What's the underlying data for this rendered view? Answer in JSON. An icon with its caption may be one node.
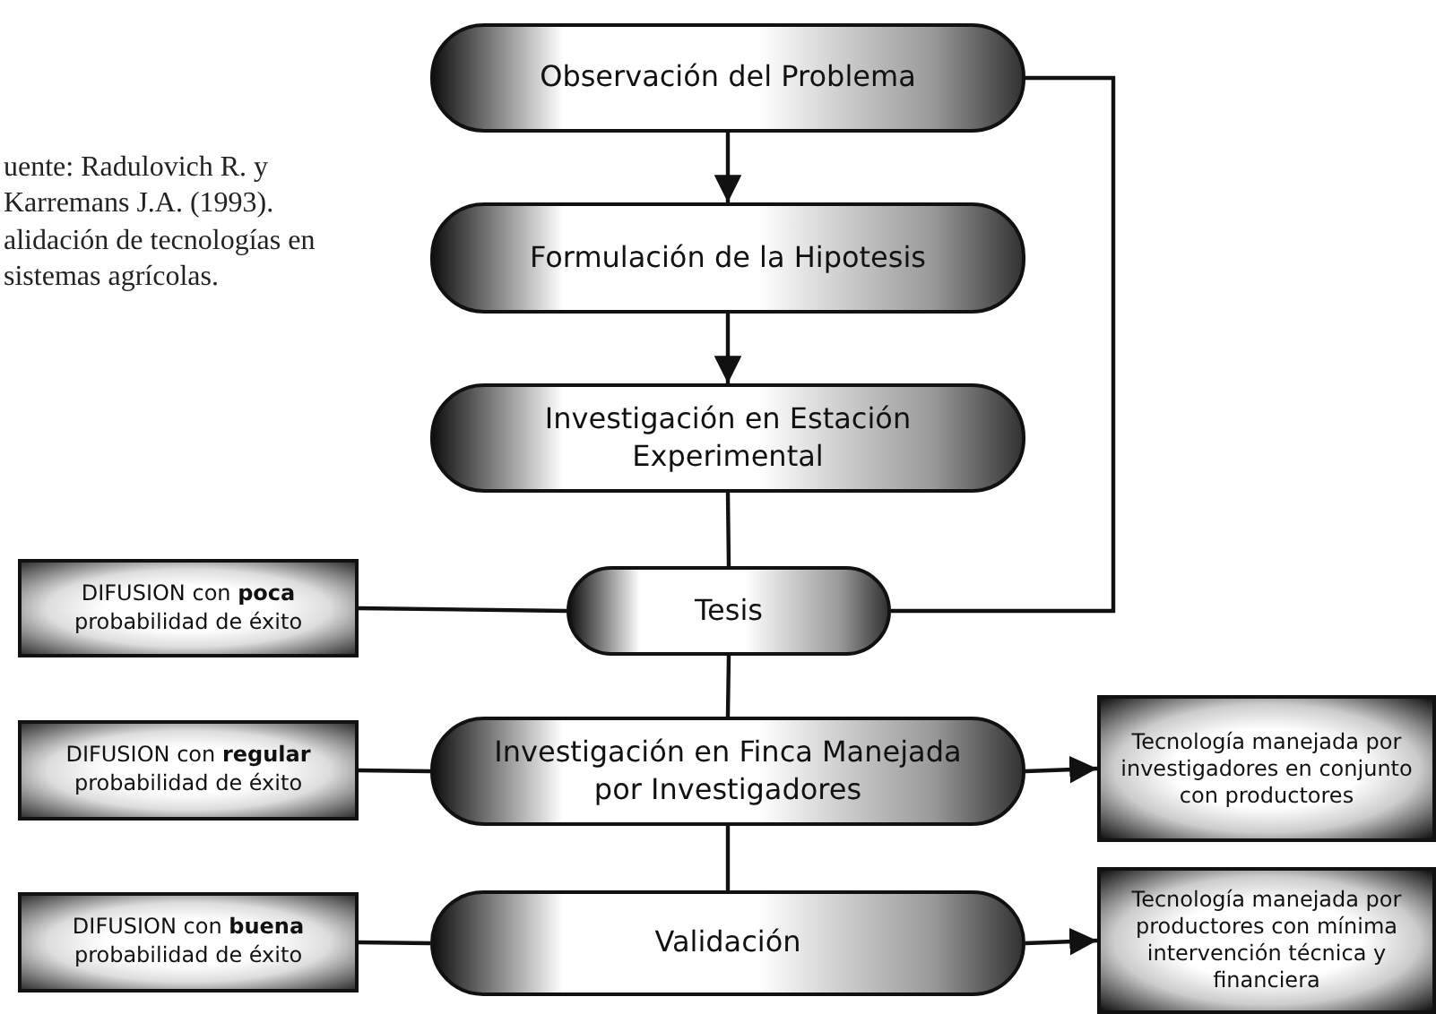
{
  "diagram": {
    "nodes": [
      {
        "text": [
          "Observación del Problema"
        ]
      },
      {
        "text": [
          "Formulación de la Hipotesis"
        ]
      },
      {
        "text": [
          "Investigación en Estación Experimental"
        ]
      },
      {
        "text": [
          "DIFUSION con **poca** probabilidad de éxito"
        ]
      },
      {
        "text": [
          "Tesis"
        ]
      },
      {
        "text": [
          "DIFUSION con **regular** probabilidad de éxito"
        ]
      },
      {
        "text": [
          "Investigación en Finca Manejada por Investigadores"
        ]
      },
      {
        "text": [
          "Tecnología manejada por investigadores en conjunto con productores"
        ]
      },
      {
        "text": [
          "DIFUSION con **buena** probabilidad de éxito"
        ]
      },
      {
        "text": [
          "Validación"
        ]
      },
      {
        "text": [
          "Tecnología manejada por productores con mínima intervención técnica y financiera"
        ]
      }
    ],
    "edges": [
      {
        "from": 0,
        "to": 1,
        "arrow": "to"
      },
      {
        "from": 1,
        "to": 2,
        "arrow": "to"
      },
      {
        "from": 2,
        "to": 4,
        "arrow": "none"
      },
      {
        "from": 4,
        "to": 0,
        "arrow": "none"
      },
      {
        "from": 4,
        "to": 3,
        "arrow": "none"
      },
      {
        "from": 4,
        "to": 6,
        "arrow": "none"
      },
      {
        "from": 6,
        "to": 5,
        "arrow": "none"
      },
      {
        "from": 6,
        "to": 7,
        "arrow": "to"
      },
      {
        "from": 6,
        "to": 9,
        "arrow": "none"
      },
      {
        "from": 9,
        "to": 8,
        "arrow": "none"
      },
      {
        "from": 9,
        "to": 10,
        "arrow": "to"
      }
    ],
    "labels": [
      "uente: Radulovich R. y Karremans J.A. (1993). alidación de tecnologías en sistemas agrícolas."
    ]
  }
}
